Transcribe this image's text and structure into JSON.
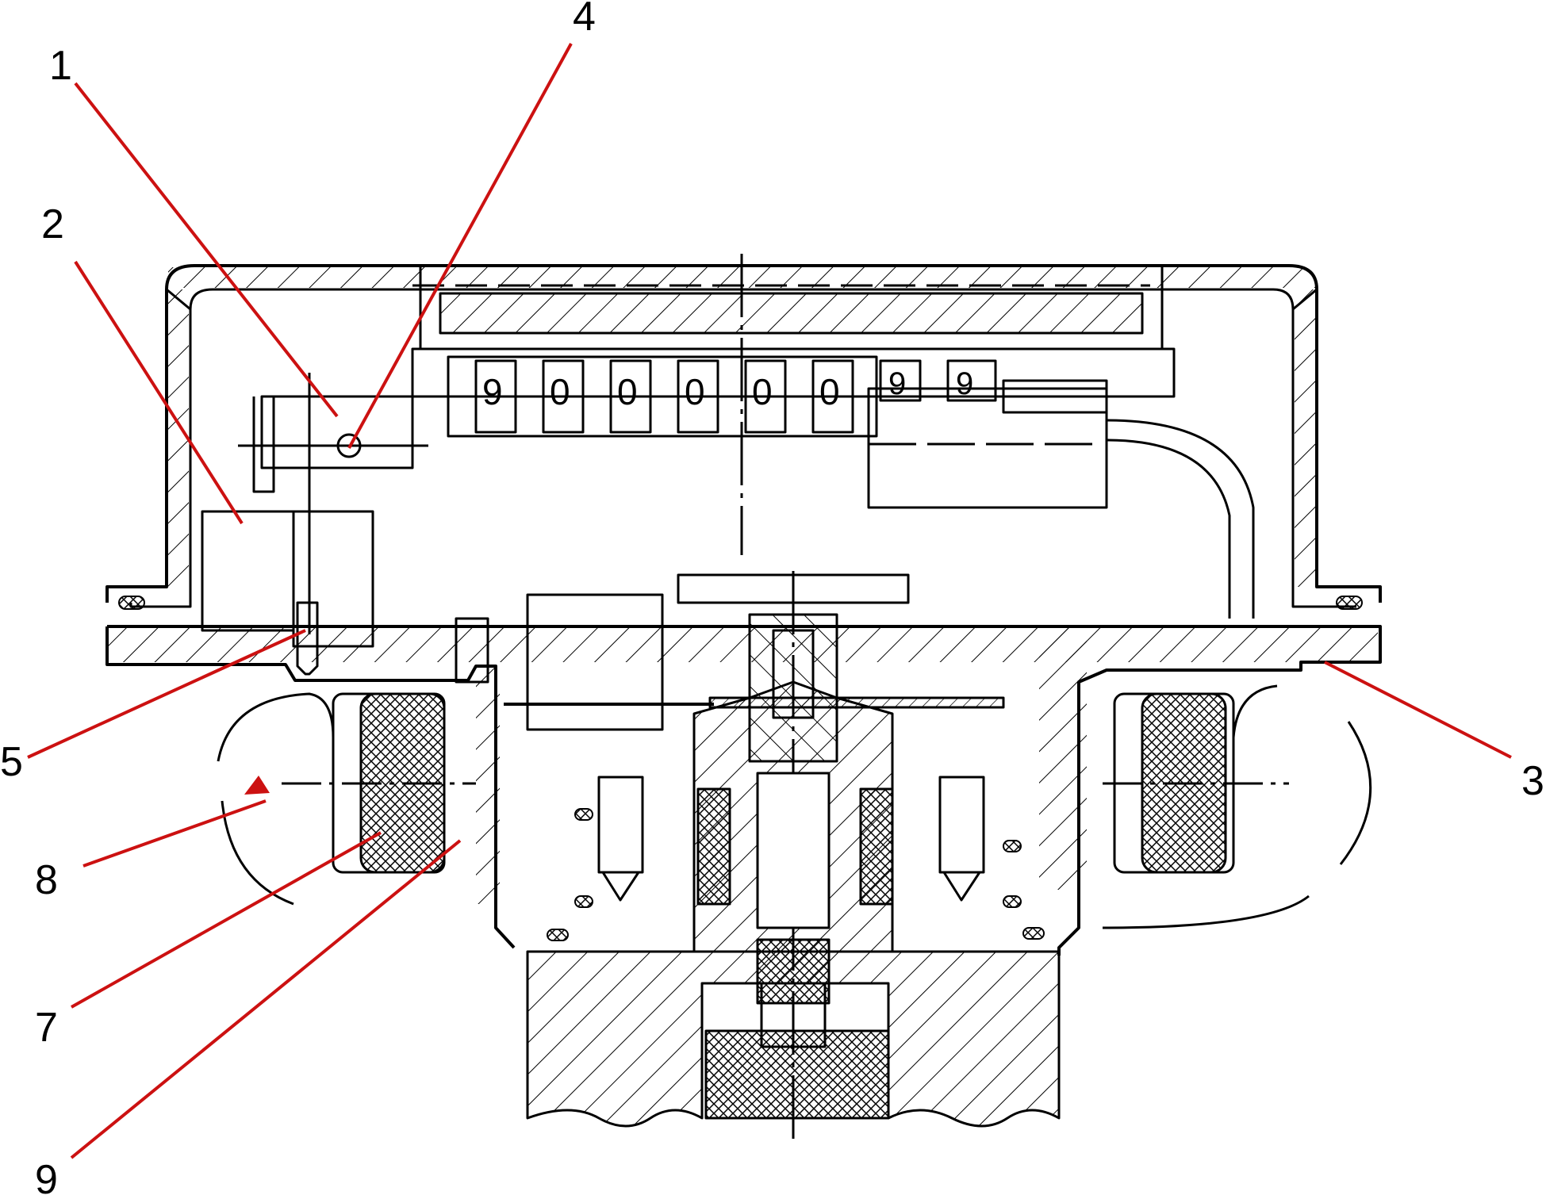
{
  "diagram": {
    "callouts": [
      {
        "id": "c1",
        "label": "1"
      },
      {
        "id": "c2",
        "label": "2"
      },
      {
        "id": "c3",
        "label": "3"
      },
      {
        "id": "c4",
        "label": "4"
      },
      {
        "id": "c5",
        "label": "5"
      },
      {
        "id": "c7",
        "label": "7"
      },
      {
        "id": "c8",
        "label": "8"
      },
      {
        "id": "c9",
        "label": "9"
      }
    ],
    "counter_digits": [
      "9",
      "0",
      "0",
      "0",
      "0",
      "0",
      "9",
      "9"
    ],
    "colors": {
      "line": "#000000",
      "leader": "#cc1111",
      "background": "#ffffff"
    }
  }
}
